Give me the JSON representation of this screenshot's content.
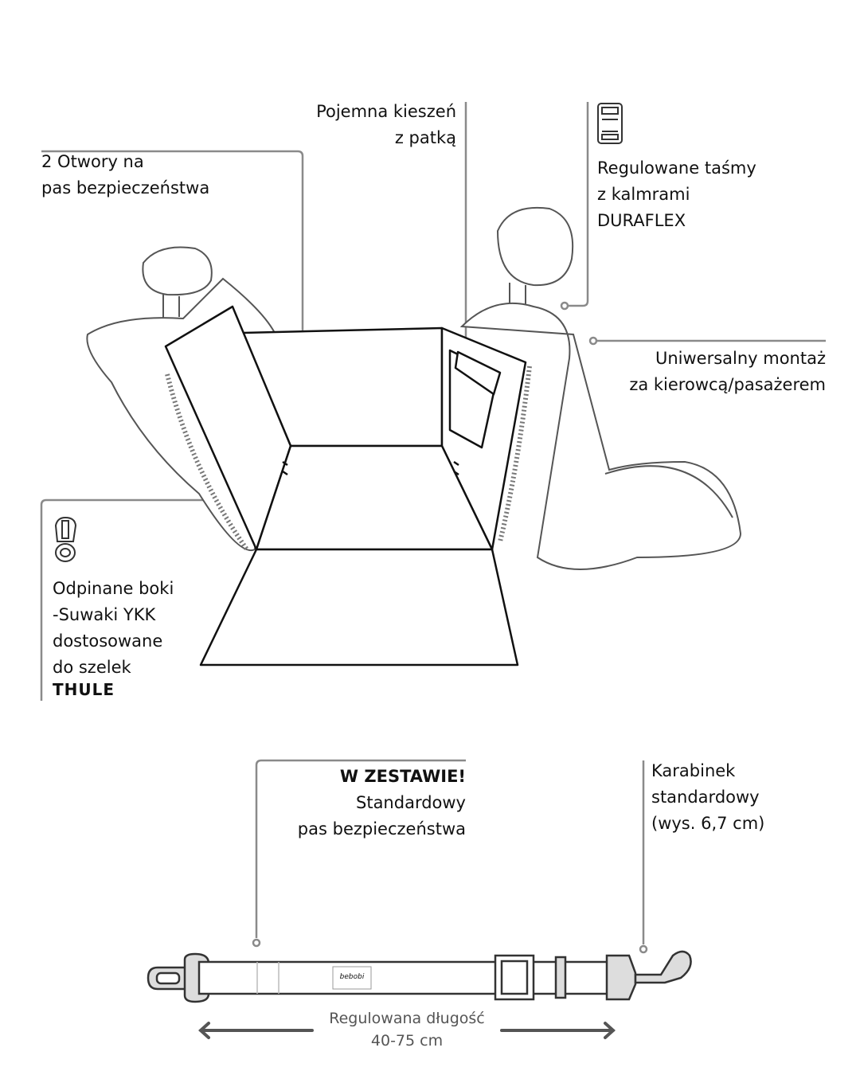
{
  "labels": {
    "pocket": [
      "Pojemna kieszeń",
      "z patką"
    ],
    "belt_holes": [
      "2 Otwory na",
      "pas bezpieczeństwa"
    ],
    "straps": [
      "Regulowane taśmy",
      "z kalmrami",
      "DURAFLEX"
    ],
    "mount": [
      "Uniwersalny montaż",
      "za kierowcą/pasażerem"
    ],
    "sides": [
      "Odpinane boki",
      "-Suwaki YKK",
      "dostosowane",
      "do szelek"
    ],
    "sides_logo": "THULE",
    "included": [
      "W ZESTAWIE!",
      "Standardowy",
      "pas bezpieczeństwa"
    ],
    "carabiner": [
      "Karabinek",
      "standardowy",
      "(wys. 6,7 cm)"
    ],
    "length": [
      "Regulowana długość",
      "40-75 cm"
    ],
    "leash_logo": "bebobi"
  },
  "colors": {
    "line": "#8a8a8a",
    "sketch": "#555555",
    "text": "#111111"
  }
}
